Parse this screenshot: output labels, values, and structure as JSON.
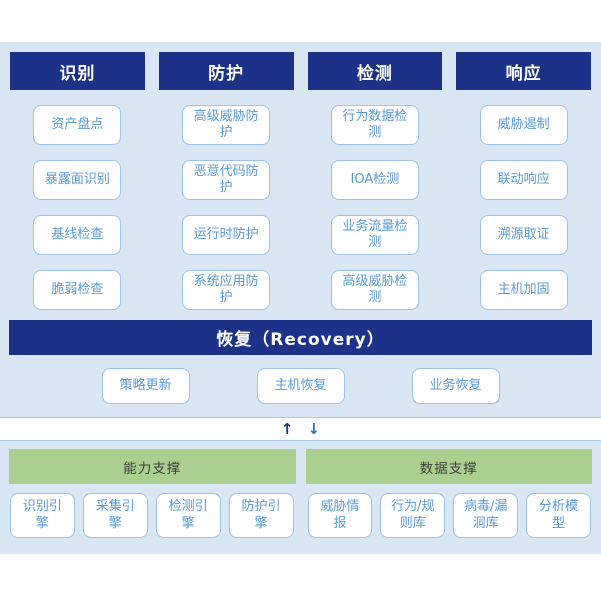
{
  "framework": {
    "columns": [
      {
        "header": "识别",
        "items": [
          "资产盘点",
          "暴露面识别",
          "基线检查",
          "脆弱检查"
        ]
      },
      {
        "header": "防护",
        "items": [
          "高级威胁防护",
          "恶意代码防护",
          "运行时防护",
          "系统应用防护"
        ]
      },
      {
        "header": "检测",
        "items": [
          "行为数据检测",
          "IOA检测",
          "业务流量检测",
          "高级威胁检测"
        ]
      },
      {
        "header": "响应",
        "items": [
          "威胁遏制",
          "联动响应",
          "溯源取证",
          "主机加固"
        ]
      }
    ]
  },
  "recovery": {
    "title": "恢复（Recovery）",
    "items": [
      "策略更新",
      "主机恢复",
      "业务恢复"
    ]
  },
  "connector": {
    "up_arrow": "↑",
    "down_arrow": "↓"
  },
  "support": {
    "groups": [
      {
        "header": "能力支撑",
        "items": [
          "识别引擎",
          "采集引擎",
          "检测引擎",
          "防护引擎"
        ]
      },
      {
        "header": "数据支撑",
        "items": [
          "威胁情报",
          "行为/规则库",
          "病毒/漏洞库",
          "分析模型"
        ]
      }
    ]
  },
  "colors": {
    "panel_background": "#d9e6f4",
    "header_navy": "#1c3188",
    "node_border": "#9dc3e6",
    "node_text": "#5b9bd5",
    "support_green": "#a9d08e",
    "up_arrow": "#1c3188",
    "down_arrow": "#2e75b6"
  }
}
